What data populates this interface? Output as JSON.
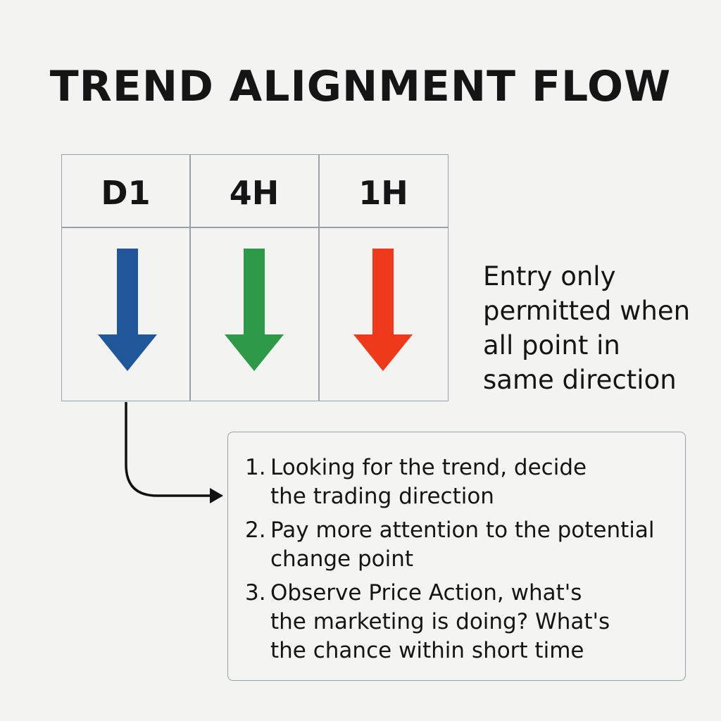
{
  "title": "TREND ALIGNMENT FLOW",
  "timeframes": [
    {
      "label": "D1",
      "direction": "down",
      "color": "#1f5799",
      "icon": "arrow-down-icon"
    },
    {
      "label": "4H",
      "direction": "down",
      "color": "#2e9a47",
      "icon": "arrow-down-icon"
    },
    {
      "label": "1H",
      "direction": "down",
      "color": "#ee3a1a",
      "icon": "arrow-down-icon"
    }
  ],
  "note": {
    "lines": [
      "Entry only",
      "permitted when",
      "all point in",
      "same direction"
    ]
  },
  "connector_icon": "arrow-right-icon",
  "steps": [
    {
      "number": "1.",
      "lines": [
        "Looking for the trend, decide",
        "the trading direction"
      ]
    },
    {
      "number": "2.",
      "lines": [
        "Pay more attention to the potential",
        "change point"
      ]
    },
    {
      "number": "3.",
      "lines": [
        "Observe Price Action, what's",
        "the marketing is doing? What's",
        "the chance within short time"
      ]
    }
  ],
  "colors": {
    "background": "#f3f3f2",
    "border": "#9aa1a8",
    "text": "#151515"
  }
}
